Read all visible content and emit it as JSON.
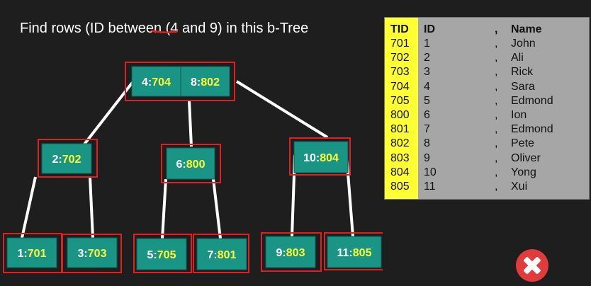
{
  "title": "Find rows (ID between (4 and 9) in this b-Tree",
  "colors": {
    "node_fill": "#1a9484",
    "node_border": "#e02020",
    "key_text": "#ffffff",
    "tid_text": "#ffff33",
    "edge": "#ffffff"
  },
  "tree": {
    "nodes": [
      {
        "id": "root",
        "keys": [
          {
            "key": "4",
            "tid": "704"
          },
          {
            "key": "8",
            "tid": "802"
          }
        ]
      },
      {
        "id": "n2",
        "keys": [
          {
            "key": "2",
            "tid": "702"
          }
        ]
      },
      {
        "id": "n6",
        "keys": [
          {
            "key": "6",
            "tid": "800"
          }
        ]
      },
      {
        "id": "n10",
        "keys": [
          {
            "key": "10",
            "tid": "804"
          }
        ]
      },
      {
        "id": "l1",
        "keys": [
          {
            "key": "1",
            "tid": "701"
          }
        ]
      },
      {
        "id": "l3",
        "keys": [
          {
            "key": "3",
            "tid": "703"
          }
        ]
      },
      {
        "id": "l5",
        "keys": [
          {
            "key": "5",
            "tid": "705"
          }
        ]
      },
      {
        "id": "l7",
        "keys": [
          {
            "key": "7",
            "tid": "801"
          }
        ]
      },
      {
        "id": "l9",
        "keys": [
          {
            "key": "9",
            "tid": "803"
          }
        ]
      },
      {
        "id": "l11",
        "keys": [
          {
            "key": "11",
            "tid": "805"
          }
        ]
      }
    ],
    "edges": [
      [
        "root",
        "n2"
      ],
      [
        "root",
        "n6"
      ],
      [
        "root",
        "n10"
      ],
      [
        "n2",
        "l1"
      ],
      [
        "n2",
        "l3"
      ],
      [
        "n6",
        "l5"
      ],
      [
        "n6",
        "l7"
      ],
      [
        "n10",
        "l9"
      ],
      [
        "n10",
        "l11"
      ]
    ]
  },
  "table": {
    "headers": {
      "tid": "TID",
      "id": "ID",
      "sep": ",",
      "name": "Name"
    },
    "rows": [
      {
        "tid": "701",
        "id": "1",
        "sep": ",",
        "name": "John"
      },
      {
        "tid": "702",
        "id": "2",
        "sep": ",",
        "name": "Ali"
      },
      {
        "tid": "703",
        "id": "3",
        "sep": ",",
        "name": "Rick"
      },
      {
        "tid": "704",
        "id": "4",
        "sep": ",",
        "name": "Sara"
      },
      {
        "tid": "705",
        "id": "5",
        "sep": ",",
        "name": "Edmond"
      },
      {
        "tid": "800",
        "id": "6",
        "sep": ",",
        "name": "Ion"
      },
      {
        "tid": "801",
        "id": "7",
        "sep": ",",
        "name": "Edmond"
      },
      {
        "tid": "802",
        "id": "8",
        "sep": ",",
        "name": "Pete"
      },
      {
        "tid": "803",
        "id": "9",
        "sep": ",",
        "name": "Oliver"
      },
      {
        "tid": "804",
        "id": "10",
        "sep": ",",
        "name": "Yong"
      },
      {
        "tid": "805",
        "id": "11",
        "sep": ",",
        "name": "Xui"
      }
    ]
  },
  "close_icon": "close-x-icon"
}
